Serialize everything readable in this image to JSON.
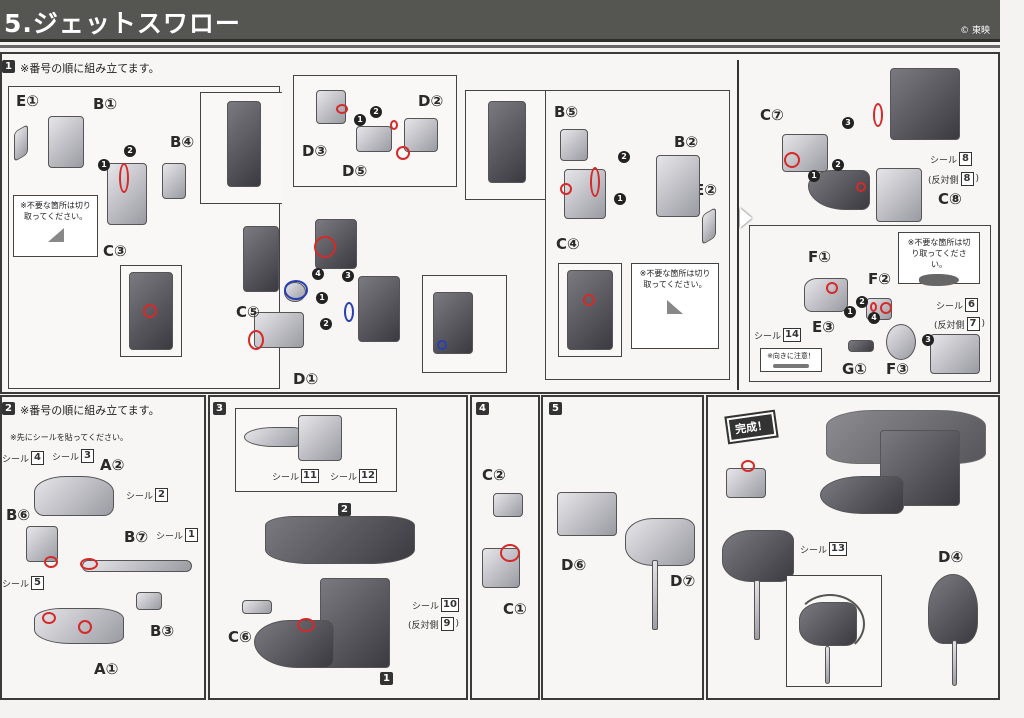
{
  "header": {
    "title": "5.ジェットスワロー",
    "copyright": "© 東映"
  },
  "steps": [
    {
      "number": "1",
      "instruction": "※番号の順に組み立てます。",
      "part_labels": [
        "E①",
        "B①",
        "B④",
        "C③",
        "D③",
        "D②",
        "D⑤",
        "C⑤",
        "D①",
        "B⑤",
        "B②",
        "E②",
        "C④",
        "C⑦",
        "C⑧",
        "F①",
        "F②",
        "E③",
        "G①",
        "F③"
      ],
      "notes": {
        "cut_off": "※不要な箇所は切り取ってください。",
        "orientation": "※向きに注意！"
      },
      "seals": [
        {
          "label": "シール",
          "num": "8"
        },
        {
          "label": "(反対側",
          "num": "8",
          "suffix": ")"
        },
        {
          "label": "シール",
          "num": "6"
        },
        {
          "label": "(反対側",
          "num": "7",
          "suffix": ")"
        },
        {
          "label": "シール",
          "num": "14"
        }
      ],
      "order_markers": [
        "1",
        "2",
        "3",
        "4"
      ]
    },
    {
      "number": "2",
      "instruction": "※番号の順に組み立てます。",
      "sub_note": "※先にシールを貼ってください。",
      "part_labels": [
        "A②",
        "B⑥",
        "B⑦",
        "B③",
        "A①"
      ],
      "seals": [
        {
          "label": "シール",
          "num": "4"
        },
        {
          "label": "シール",
          "num": "3"
        },
        {
          "label": "シール",
          "num": "2"
        },
        {
          "label": "シール",
          "num": "1"
        },
        {
          "label": "シール",
          "num": "5"
        }
      ]
    },
    {
      "number": "3",
      "part_labels": [
        "C⑥"
      ],
      "sub_assembly_refs": [
        "2",
        "1"
      ],
      "seals": [
        {
          "label": "シール",
          "num": "11"
        },
        {
          "label": "シール",
          "num": "12"
        },
        {
          "label": "シール",
          "num": "10"
        },
        {
          "label": "(反対側",
          "num": "9",
          "suffix": ")"
        }
      ]
    },
    {
      "number": "4",
      "part_labels": [
        "C②",
        "C①"
      ]
    },
    {
      "number": "5",
      "part_labels": [
        "D⑥",
        "D⑦"
      ]
    },
    {
      "number": "",
      "completed_label": "完成！",
      "part_labels": [
        "D④"
      ],
      "seals": [
        {
          "label": "シール",
          "num": "13"
        }
      ]
    }
  ]
}
